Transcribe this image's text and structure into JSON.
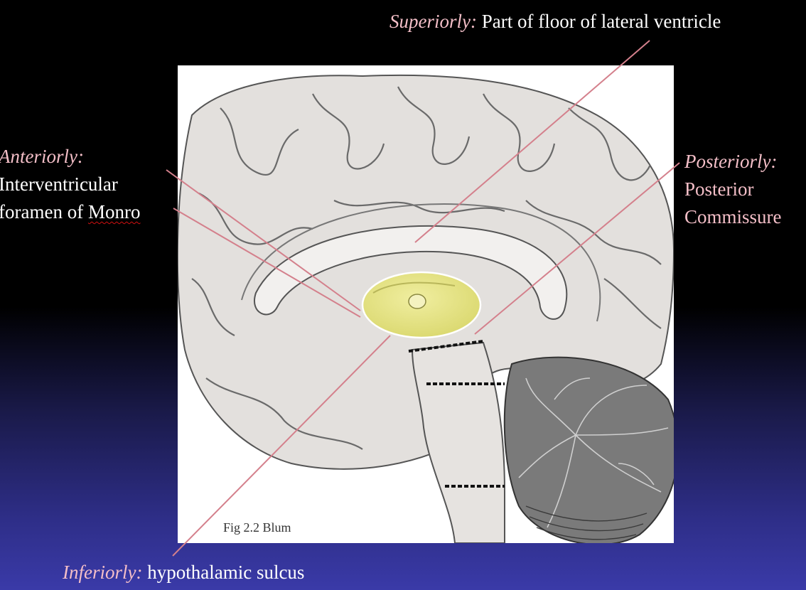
{
  "labels": {
    "superiorly": {
      "term": "Superiorly:",
      "text": " Part of floor of lateral ventricle"
    },
    "anteriorly": {
      "term": "Anteriorly:",
      "line1": "Interventricular",
      "line2a": "foramen of ",
      "line2b": "Monro"
    },
    "posteriorly": {
      "term": "Posteriorly:",
      "line1": "Posterior",
      "line2": "Commissure"
    },
    "inferiorly": {
      "term": "Inferiorly:",
      "text": " hypothalamic sulcus"
    }
  },
  "figure": {
    "caption": "Fig  2.2 Blum"
  },
  "colors": {
    "leader_line": "#d4808c",
    "thalamus_fill": "#e6e48a",
    "cerebellum": "#6d6d6d",
    "brain_fill": "#e3e0dd"
  }
}
